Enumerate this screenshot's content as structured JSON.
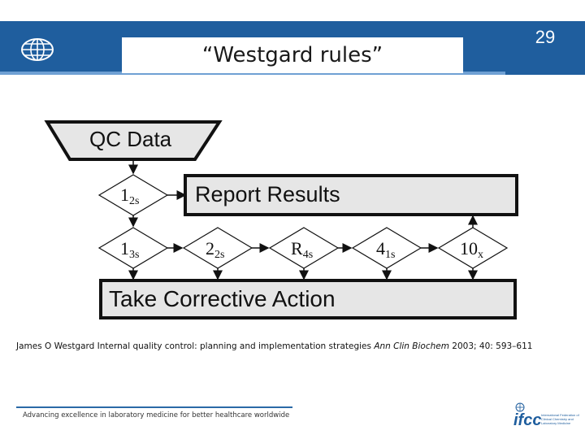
{
  "header": {
    "title": "“Westgard rules”",
    "page_number": "29"
  },
  "diagram": {
    "qc_data_label": "QC Data",
    "report_results_label": "Report Results",
    "corrective_action_label": "Take Corrective Action",
    "rules": [
      {
        "main": "1",
        "sub": "2s"
      },
      {
        "main": "1",
        "sub": "3s"
      },
      {
        "main": "2",
        "sub": "2s"
      },
      {
        "main": "R",
        "sub": "4s"
      },
      {
        "main": "4",
        "sub": "1s"
      },
      {
        "main": "10",
        "sub": "x"
      }
    ]
  },
  "reference": {
    "prefix": "James O Westgard Internal quality control: planning and implementation strategies ",
    "journal": "Ann Clin Biochem",
    "suffix": " 2003; 40: 593–611"
  },
  "footer": {
    "tagline": "Advancing excellence in laboratory medicine for better healthcare worldwide",
    "logo_text": "ifcc",
    "logo_subtext": "International Federation of Clinical Chemistry and Laboratory Medicine"
  },
  "colors": {
    "brand_blue": "#1f5e9e",
    "light_blue": "#6fa0d4",
    "box_gray": "#e6e6e6"
  }
}
